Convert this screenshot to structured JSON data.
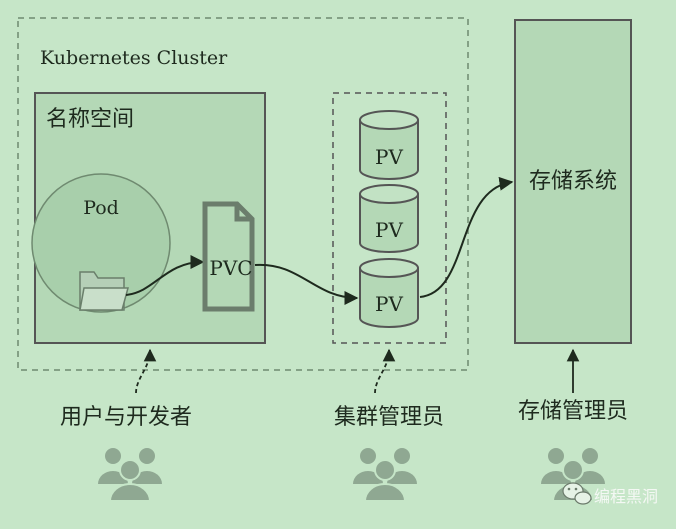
{
  "cluster": {
    "title": "Kubernetes Cluster"
  },
  "namespace": {
    "title": "名称空间",
    "pod_label": "Pod"
  },
  "pvc": {
    "label": "PVC"
  },
  "pv": {
    "items": [
      "PV",
      "PV",
      "PV"
    ]
  },
  "storage": {
    "title": "存储系统"
  },
  "roles": {
    "developer": "用户与开发者",
    "cluster_admin": "集群管理员",
    "storage_admin": "存储管理员"
  },
  "watermark": {
    "text": "编程黑洞"
  },
  "colors": {
    "background": "#c6e6c8",
    "box_fill": "#b4d8b6",
    "pod_fill": "#a8cfab",
    "pvc_fill": "#9bb59d",
    "people": "#8fa892",
    "stroke": "#555555",
    "text": "#1e2a1e"
  }
}
